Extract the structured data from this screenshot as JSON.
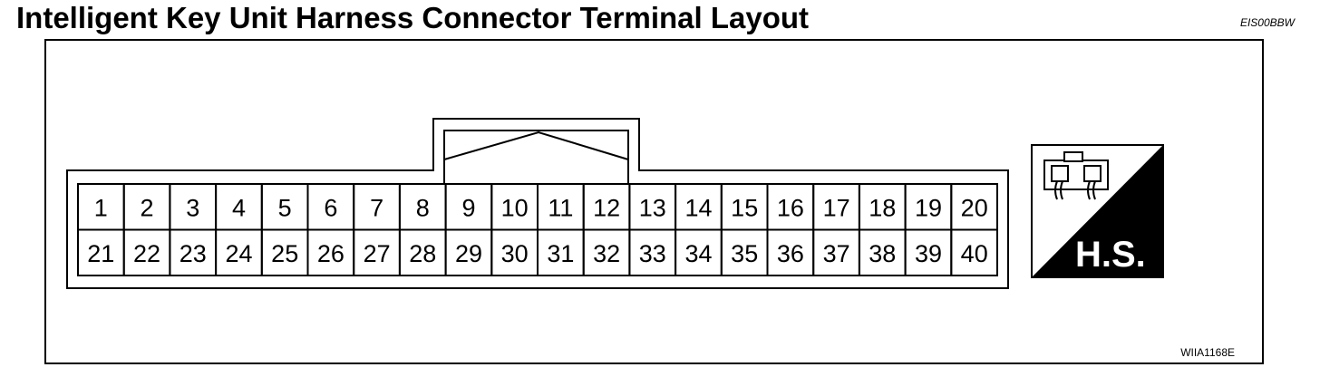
{
  "header": {
    "title": "Intelligent Key Unit Harness Connector Terminal Layout",
    "doc_code": "EIS00BBW"
  },
  "connector": {
    "top_row": [
      "1",
      "2",
      "3",
      "4",
      "5",
      "6",
      "7",
      "8",
      "9",
      "10",
      "11",
      "12",
      "13",
      "14",
      "15",
      "16",
      "17",
      "18",
      "19",
      "20"
    ],
    "bottom_row": [
      "21",
      "22",
      "23",
      "24",
      "25",
      "26",
      "27",
      "28",
      "29",
      "30",
      "31",
      "32",
      "33",
      "34",
      "35",
      "36",
      "37",
      "38",
      "39",
      "40"
    ]
  },
  "symbol": {
    "label": "H.S."
  },
  "footer": {
    "figure_code": "WIIA1168E"
  }
}
